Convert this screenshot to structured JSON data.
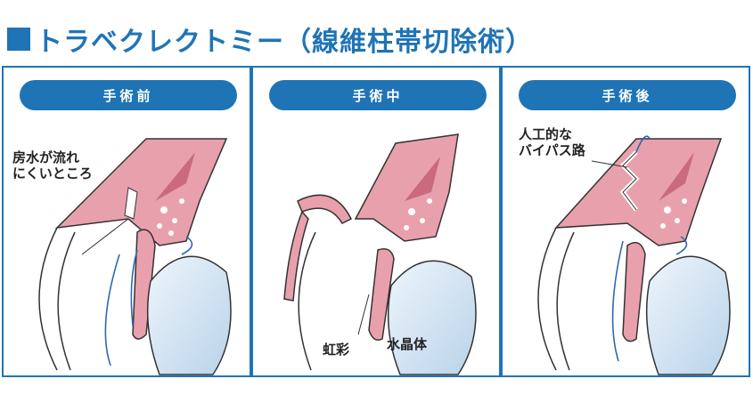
{
  "title": "トラベクレクトミー（線維柱帯切除術）",
  "colors": {
    "accent": "#1f74b6",
    "tissue": "#e9a0ad",
    "tissue_dark": "#c96a7e",
    "lens": "#cfe1f1",
    "flow": "#2b69b1"
  },
  "panels": [
    {
      "header": "手術前",
      "labels": {
        "annotation": "房水が流れ\nにくいところ"
      }
    },
    {
      "header": "手術中",
      "labels": {
        "iris": "虹彩",
        "lens": "水晶体"
      }
    },
    {
      "header": "手術後",
      "labels": {
        "annotation": "人工的な\nバイパス路"
      }
    }
  ]
}
